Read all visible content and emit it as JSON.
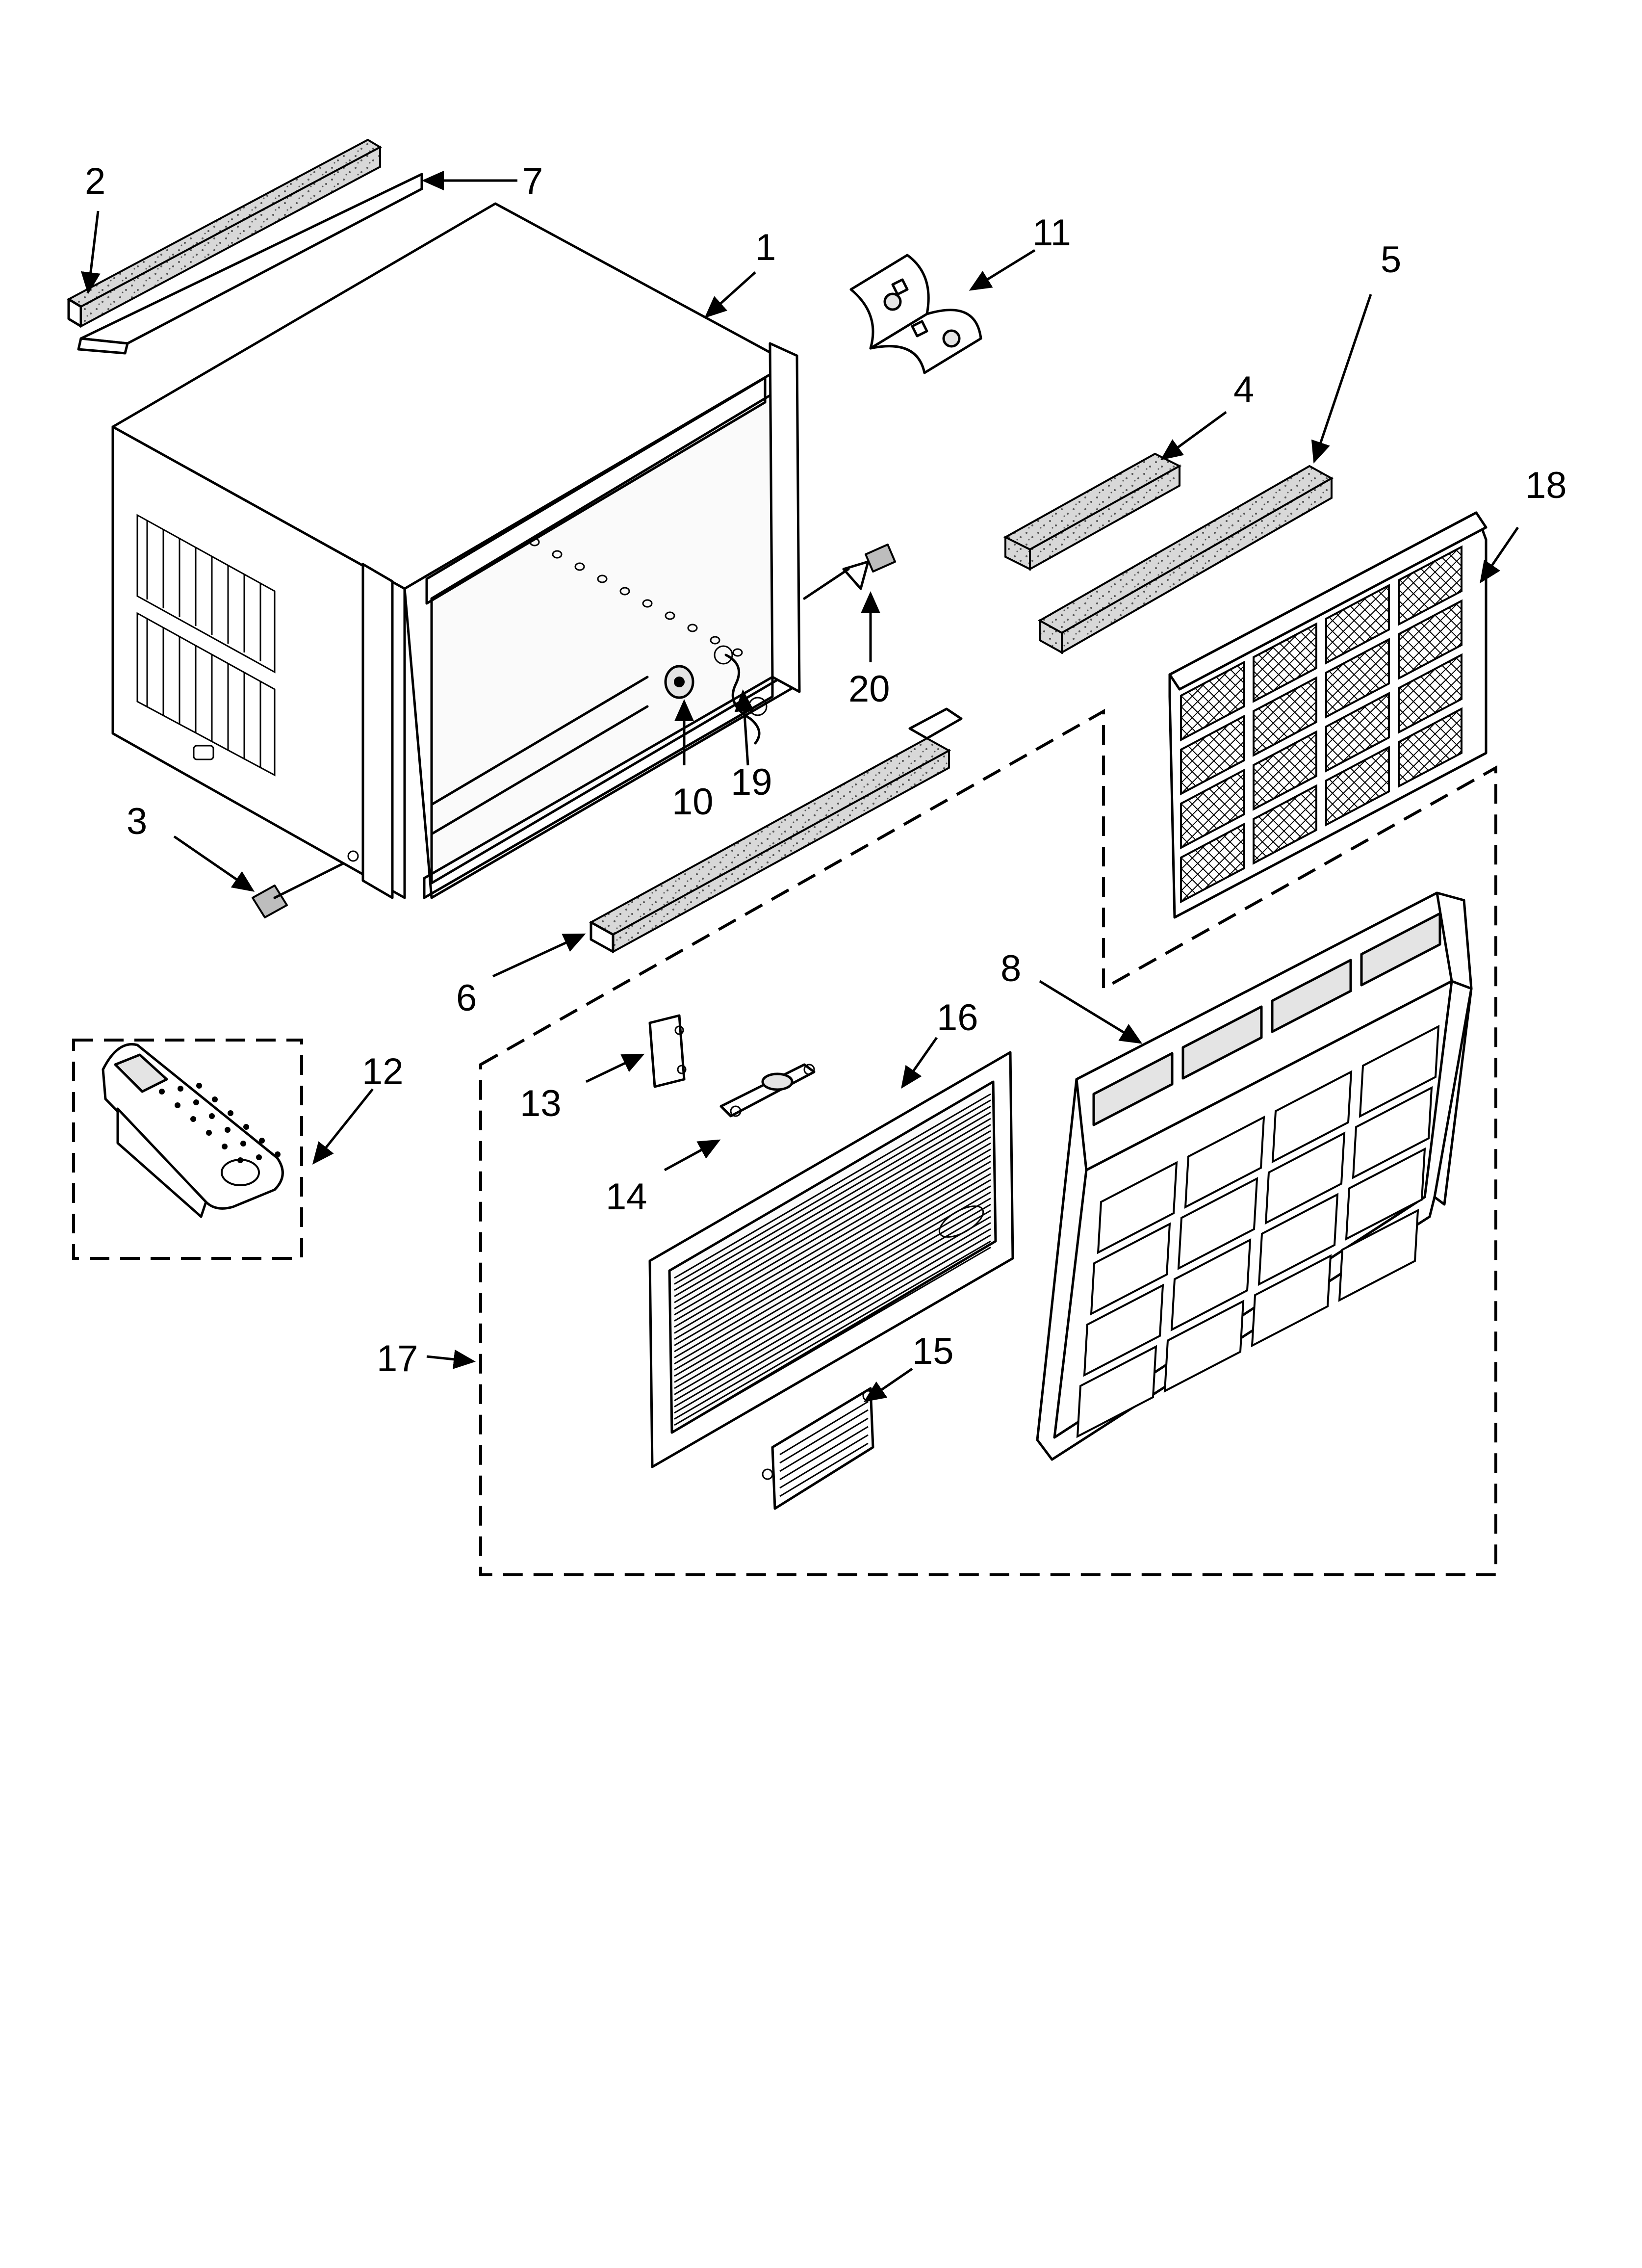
{
  "labels": [
    {
      "id": "1",
      "text": "1"
    },
    {
      "id": "2",
      "text": "2"
    },
    {
      "id": "3",
      "text": "3"
    },
    {
      "id": "4",
      "text": "4"
    },
    {
      "id": "5",
      "text": "5"
    },
    {
      "id": "6",
      "text": "6"
    },
    {
      "id": "7",
      "text": "7"
    },
    {
      "id": "8",
      "text": "8"
    },
    {
      "id": "10",
      "text": "10"
    },
    {
      "id": "11",
      "text": "11"
    },
    {
      "id": "12",
      "text": "12"
    },
    {
      "id": "13",
      "text": "13"
    },
    {
      "id": "14",
      "text": "14"
    },
    {
      "id": "15",
      "text": "15"
    },
    {
      "id": "16",
      "text": "16"
    },
    {
      "id": "17",
      "text": "17"
    },
    {
      "id": "18",
      "text": "18"
    },
    {
      "id": "19",
      "text": "19"
    },
    {
      "id": "20",
      "text": "20"
    }
  ]
}
